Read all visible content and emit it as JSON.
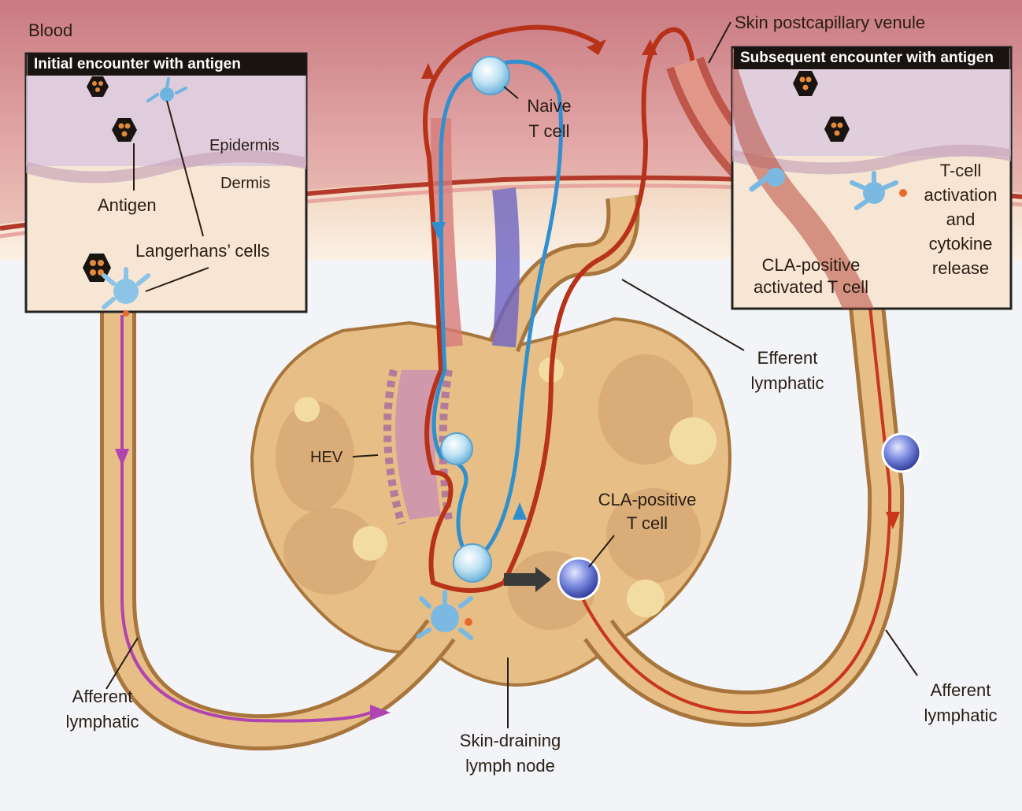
{
  "labels": {
    "blood": "Blood",
    "skin_postcapillary_venule": "Skin postcapillary venule",
    "initial_title": "Initial encounter with antigen",
    "subsequent_title": "Subsequent encounter with antigen",
    "epidermis": "Epidermis",
    "dermis": "Dermis",
    "antigen": "Antigen",
    "langerhans_cells": "Langerhans’ cells",
    "naive_t_cell_1": "Naive",
    "naive_t_cell_2": "T cell",
    "t_cell_activation_1": "T-cell",
    "t_cell_activation_2": "activation",
    "t_cell_activation_3": "and",
    "t_cell_activation_4": "cytokine",
    "t_cell_activation_5": "release",
    "cla_activated_1": "CLA-positive",
    "cla_activated_2": "activated T cell",
    "efferent_lymphatic_1": "Efferent",
    "efferent_lymphatic_2": "lymphatic",
    "hev": "HEV",
    "cla_t_cell_1": "CLA-positive",
    "cla_t_cell_2": "T cell",
    "afferent_left_1": "Afferent",
    "afferent_left_2": "lymphatic",
    "afferent_right_1": "Afferent",
    "afferent_right_2": "lymphatic",
    "lymph_node_1": "Skin-draining",
    "lymph_node_2": "lymph node"
  },
  "colors": {
    "blood_band": "#d98c91",
    "skin": "#f4e0c8",
    "lymphatic": "#d6a25a",
    "artery": "#c8361c",
    "vein_blue": "#4aa6d8",
    "afferent_purple": "#b044b0",
    "node_fill": "#e8c48f",
    "node_lobe": "#d9a871",
    "t_cell": "#a9d7ef",
    "cla_cell": "#5f6fc7"
  }
}
